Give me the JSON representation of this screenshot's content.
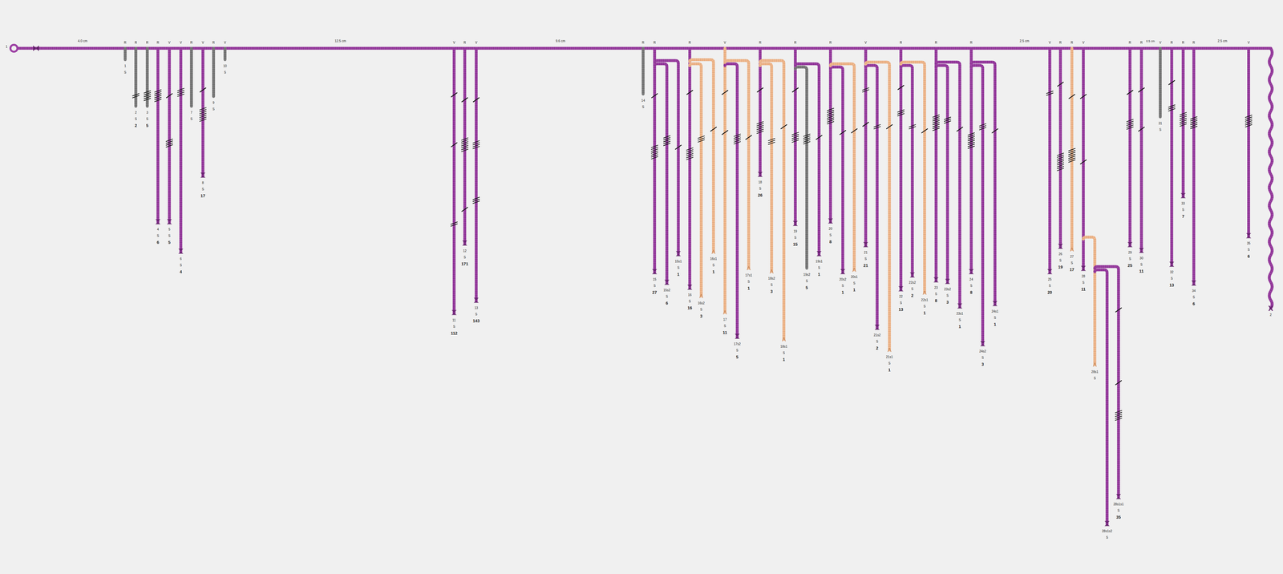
{
  "diagram": {
    "labels": [
      "1",
      "4.0 cm",
      "R",
      "R",
      "R",
      "R",
      "V",
      "V",
      "R",
      "V",
      "R",
      "V",
      "12.5 cm",
      "V",
      "R",
      "V",
      "9.6 cm",
      "R",
      "R",
      "R",
      "V",
      "R",
      "R",
      "R",
      "V",
      "R",
      "R",
      "R",
      "2.5 cm",
      "V",
      "R",
      "R",
      "V",
      "R",
      "R",
      "0.5 cm",
      "V",
      "R",
      "R",
      "R",
      "2.5 cm",
      "V",
      "1",
      "S",
      "2",
      "S",
      "2",
      "3",
      "S",
      "5",
      "4",
      "S",
      "6",
      "5",
      "S",
      "5",
      "6",
      "S",
      "4",
      "7",
      "S",
      "8",
      "S",
      "17",
      "9",
      "S",
      "10",
      "S",
      "11",
      "S",
      "112",
      "12",
      "S",
      "171",
      "13",
      "S",
      "143",
      "14",
      "S",
      "15",
      "S",
      "27",
      "15s2",
      "S",
      "6",
      "15s1",
      "S",
      "1",
      "16",
      "S",
      "16",
      "16s2",
      "S",
      "3",
      "16s1",
      "S",
      "1",
      "17",
      "S",
      "11",
      "17s2",
      "S",
      "5",
      "17s1",
      "S",
      "1",
      "18",
      "S",
      "26",
      "18s2",
      "S",
      "3",
      "18s1",
      "S",
      "1",
      "19",
      "S",
      "15",
      "19s2",
      "S",
      "5",
      "19s1",
      "S",
      "1",
      "20",
      "S",
      "8",
      "20s2",
      "S",
      "1",
      "20s1",
      "S",
      "1",
      "21",
      "S",
      "21",
      "21s2",
      "S",
      "2",
      "21s1",
      "S",
      "1",
      "22",
      "S",
      "13",
      "22s2",
      "S",
      "2",
      "22s1",
      "S",
      "1",
      "23",
      "S",
      "8",
      "23s2",
      "S",
      "3",
      "23s1",
      "S",
      "1",
      "24",
      "S",
      "8",
      "24s2",
      "S",
      "3",
      "24s1",
      "S",
      "1",
      "25",
      "S",
      "20",
      "26",
      "S",
      "19",
      "27",
      "S",
      "17",
      "28",
      "S",
      "11",
      "28s1",
      "S",
      "28s1s2",
      "S",
      "28s1s1",
      "S",
      "35",
      "29",
      "S",
      "25",
      "30",
      "S",
      "11",
      "31",
      "S",
      "32",
      "S",
      "13",
      "33",
      "S",
      "7",
      "34",
      "S",
      "6",
      "35",
      "S",
      "6",
      "2"
    ]
  }
}
